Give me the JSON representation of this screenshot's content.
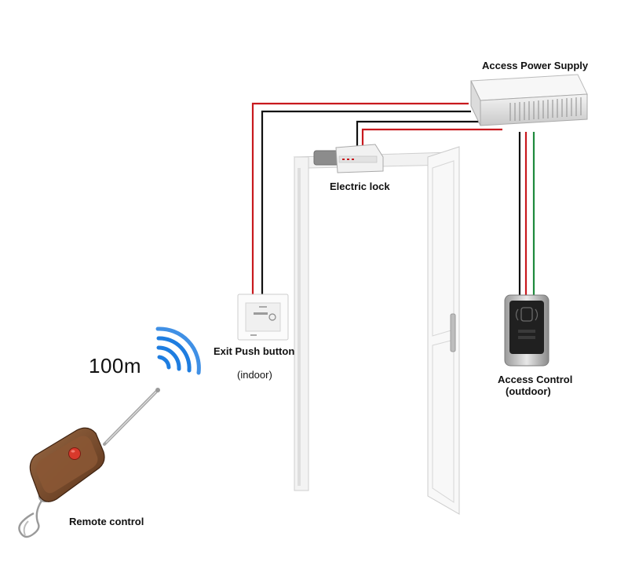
{
  "labels": {
    "power_supply": "Access Power Supply",
    "electric_lock": "Electric lock",
    "exit_button": "Exit Push button",
    "exit_button_location": "(indoor)",
    "access_control": "Access Control",
    "access_control_location": "(outdoor)",
    "range": "100m",
    "remote": "Remote control"
  },
  "colors": {
    "wire_red": "#c8191e",
    "wire_black": "#111111",
    "wire_green": "#1f8a3d",
    "signal_blue": "#1e7de0",
    "remote_body": "#7a4a2c",
    "remote_button": "#d8392b"
  },
  "icons": [
    "signal-waves-icon"
  ]
}
